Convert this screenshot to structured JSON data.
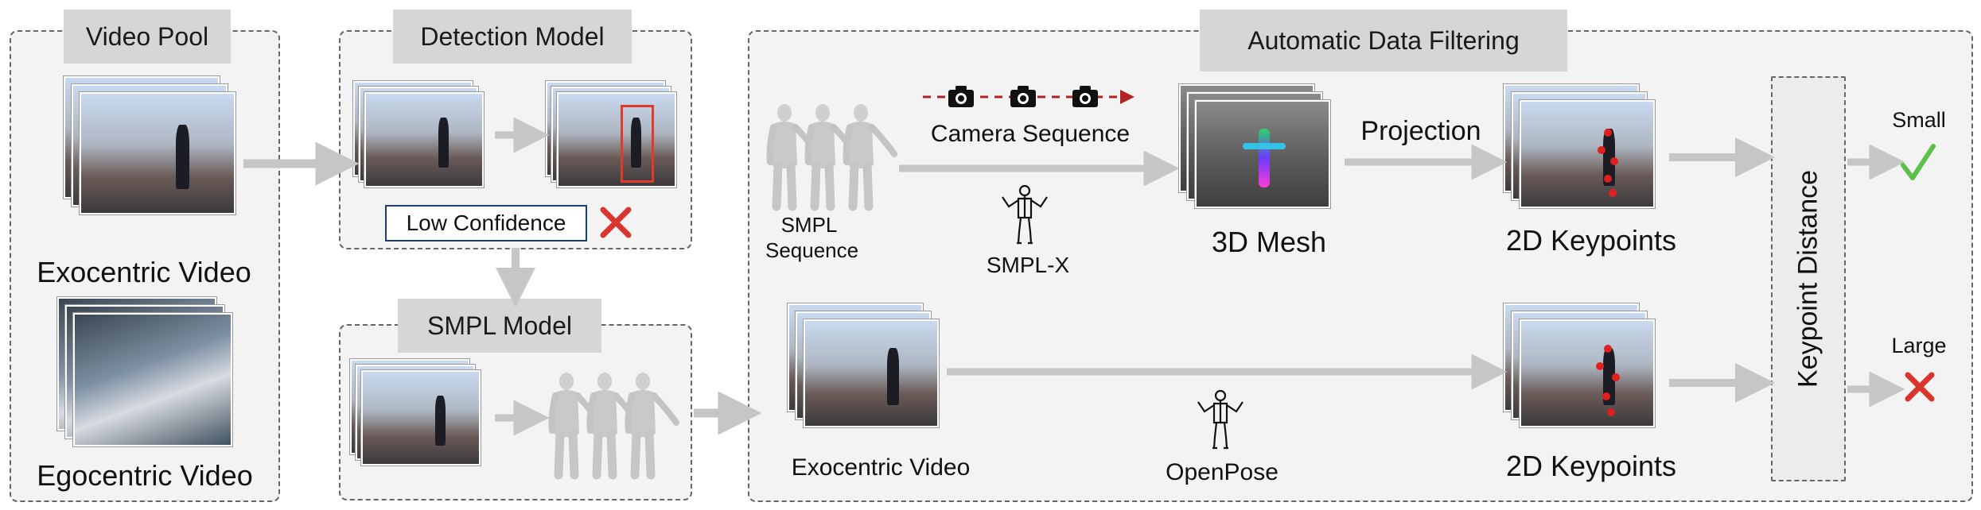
{
  "panels": {
    "video_pool": "Video Pool",
    "detection_model": "Detection Model",
    "smpl_model": "SMPL Model",
    "automatic_filtering": "Automatic Data Filtering"
  },
  "labels": {
    "exocentric_video_left": "Exocentric Video",
    "egocentric_video": "Egocentric Video",
    "low_confidence": "Low Confidence",
    "smpl_sequence_line1": "SMPL",
    "smpl_sequence_line2": "Sequence",
    "camera_sequence": "Camera Sequence",
    "smpl_x": "SMPL-X",
    "mesh_3d": "3D Mesh",
    "projection": "Projection",
    "keypoints_2d_top": "2D Keypoints",
    "keypoints_2d_bottom": "2D Keypoints",
    "exocentric_video_right": "Exocentric Video",
    "openpose": "OpenPose",
    "keypoint_distance": "Keypoint Distance",
    "small": "Small",
    "large": "Large"
  },
  "colors": {
    "panel_bg": "#f3f3f3",
    "title_bg": "#d6d6d6",
    "arrow": "#c6c6c6",
    "check": "#5cc04a",
    "cross": "#d9352c",
    "camera_arrow": "#b52222"
  },
  "icons": {
    "check": "check-icon",
    "cross": "cross-icon",
    "camera": "camera-icon",
    "skeleton": "skeleton-icon"
  }
}
